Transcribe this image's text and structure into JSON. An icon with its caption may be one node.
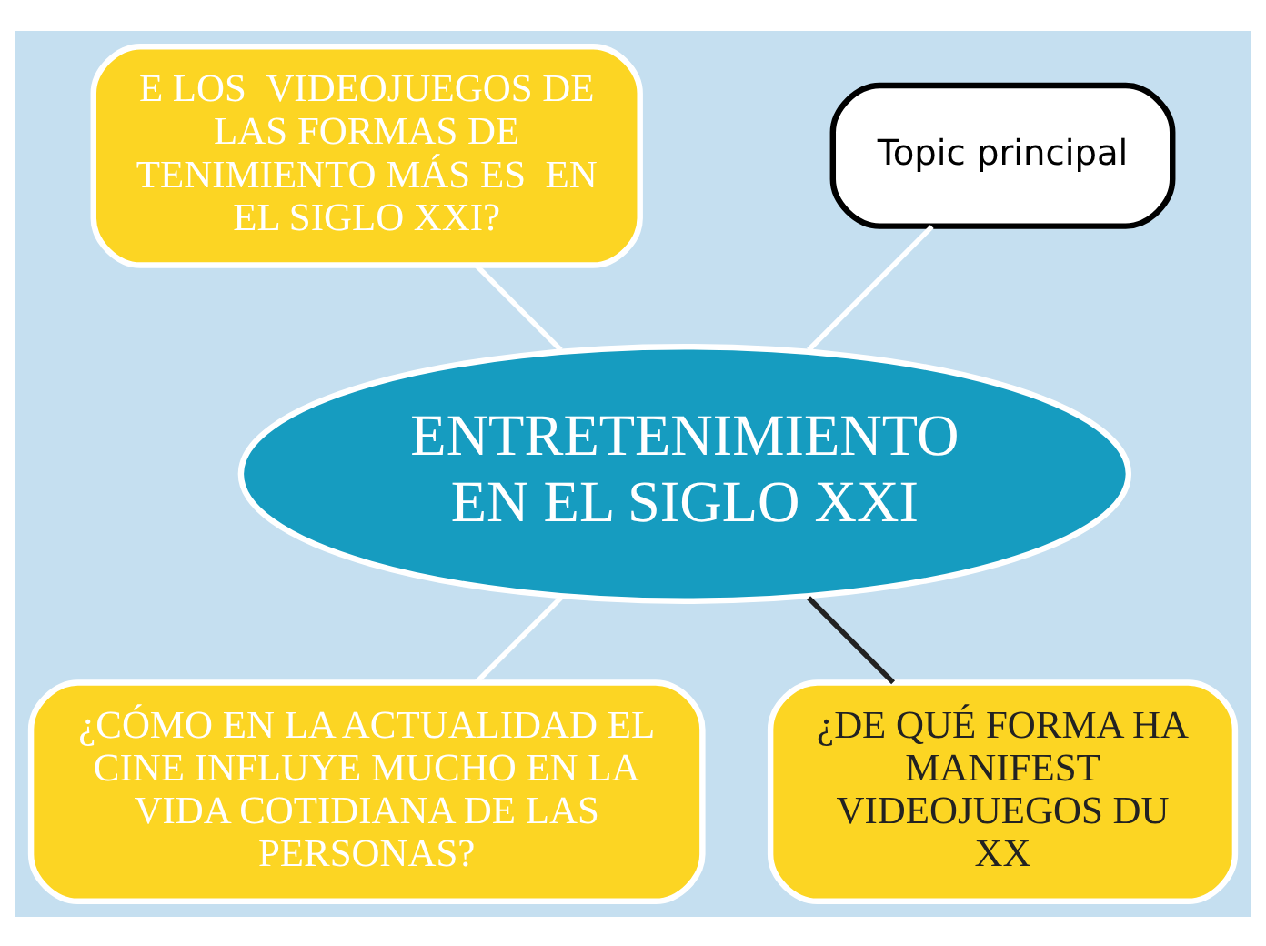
{
  "diagram": {
    "nodes": [
      {
        "text": [
          "Topic principal"
        ]
      },
      {
        "text": [
          "E LOS  VIDEOJUEGOS DE LAS FORMAS DE TENIMIENTO MÁS ES  EN EL SIGLO XXI?"
        ]
      },
      {
        "text": [
          "ENTRETENIMIENTO EN EL SIGLO XXI"
        ]
      },
      {
        "text": [
          "¿CÓMO EN LA ACTUALIDAD EL CINE INFLUYE MUCHO EN LA VIDA COTIDIANA DE LAS PERSONAS?"
        ]
      },
      {
        "text": [
          "¿DE QUÉ FORMA HA MANIFEST VIDEOJUEGOS DU XX"
        ]
      }
    ],
    "edges": [
      {
        "from": 2,
        "to": 0,
        "arrow": "none"
      },
      {
        "from": 2,
        "to": 1,
        "arrow": "none"
      },
      {
        "from": 2,
        "to": 3,
        "arrow": "none"
      },
      {
        "from": 2,
        "to": 4,
        "arrow": "none",
        "color": "#222222"
      }
    ]
  }
}
